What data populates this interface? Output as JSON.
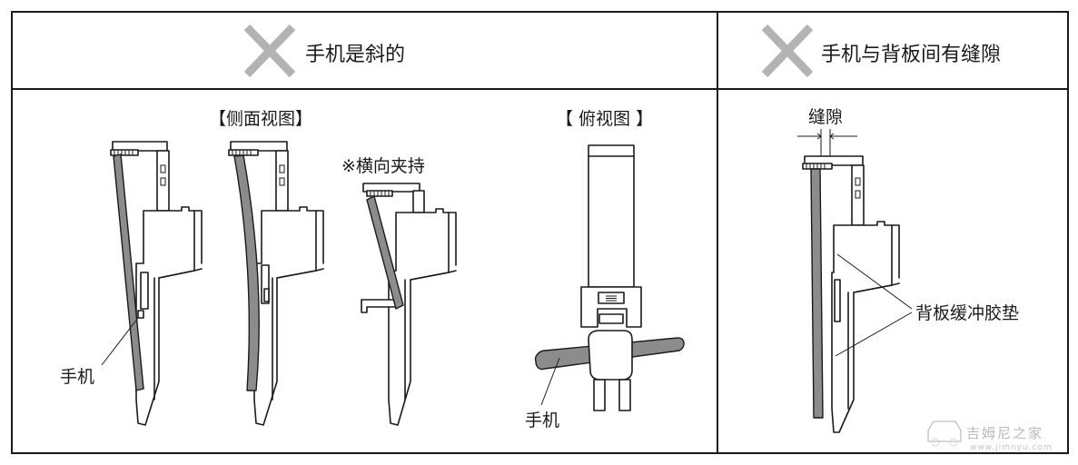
{
  "headers": {
    "left": "手机是斜的",
    "right": "手机与背板间有缝隙"
  },
  "labels": {
    "side_view": "【侧面视图】",
    "top_view": "【  俯视图  】",
    "horizontal_clamp": "※横向夹持",
    "phone_side": "手机",
    "phone_top": "手机",
    "gap": "缝隙",
    "cushion": "背板缓冲胶垫"
  },
  "watermark": {
    "name": "吉姆尼之家",
    "url": "www.jimnyu.com"
  },
  "icons": {
    "wrong_mark": "x-mark-icon",
    "wrong_color": "#b3b3b3",
    "phone_color": "#8c8c8c"
  }
}
